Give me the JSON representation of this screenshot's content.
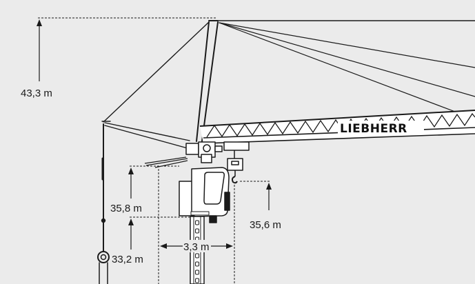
{
  "diagram": {
    "brand_logo": "LIEBHERR",
    "dimensions": {
      "total_height": "43,3 m",
      "hook_height_high": "35,8 m",
      "hook_height_low": "33,2 m",
      "trolley_hook_height": "35,6 m",
      "mast_width": "3,3 m"
    },
    "colors": {
      "background": "#ebebeb",
      "line": "#1a1a1a",
      "body_fill": "#ffffff"
    }
  }
}
